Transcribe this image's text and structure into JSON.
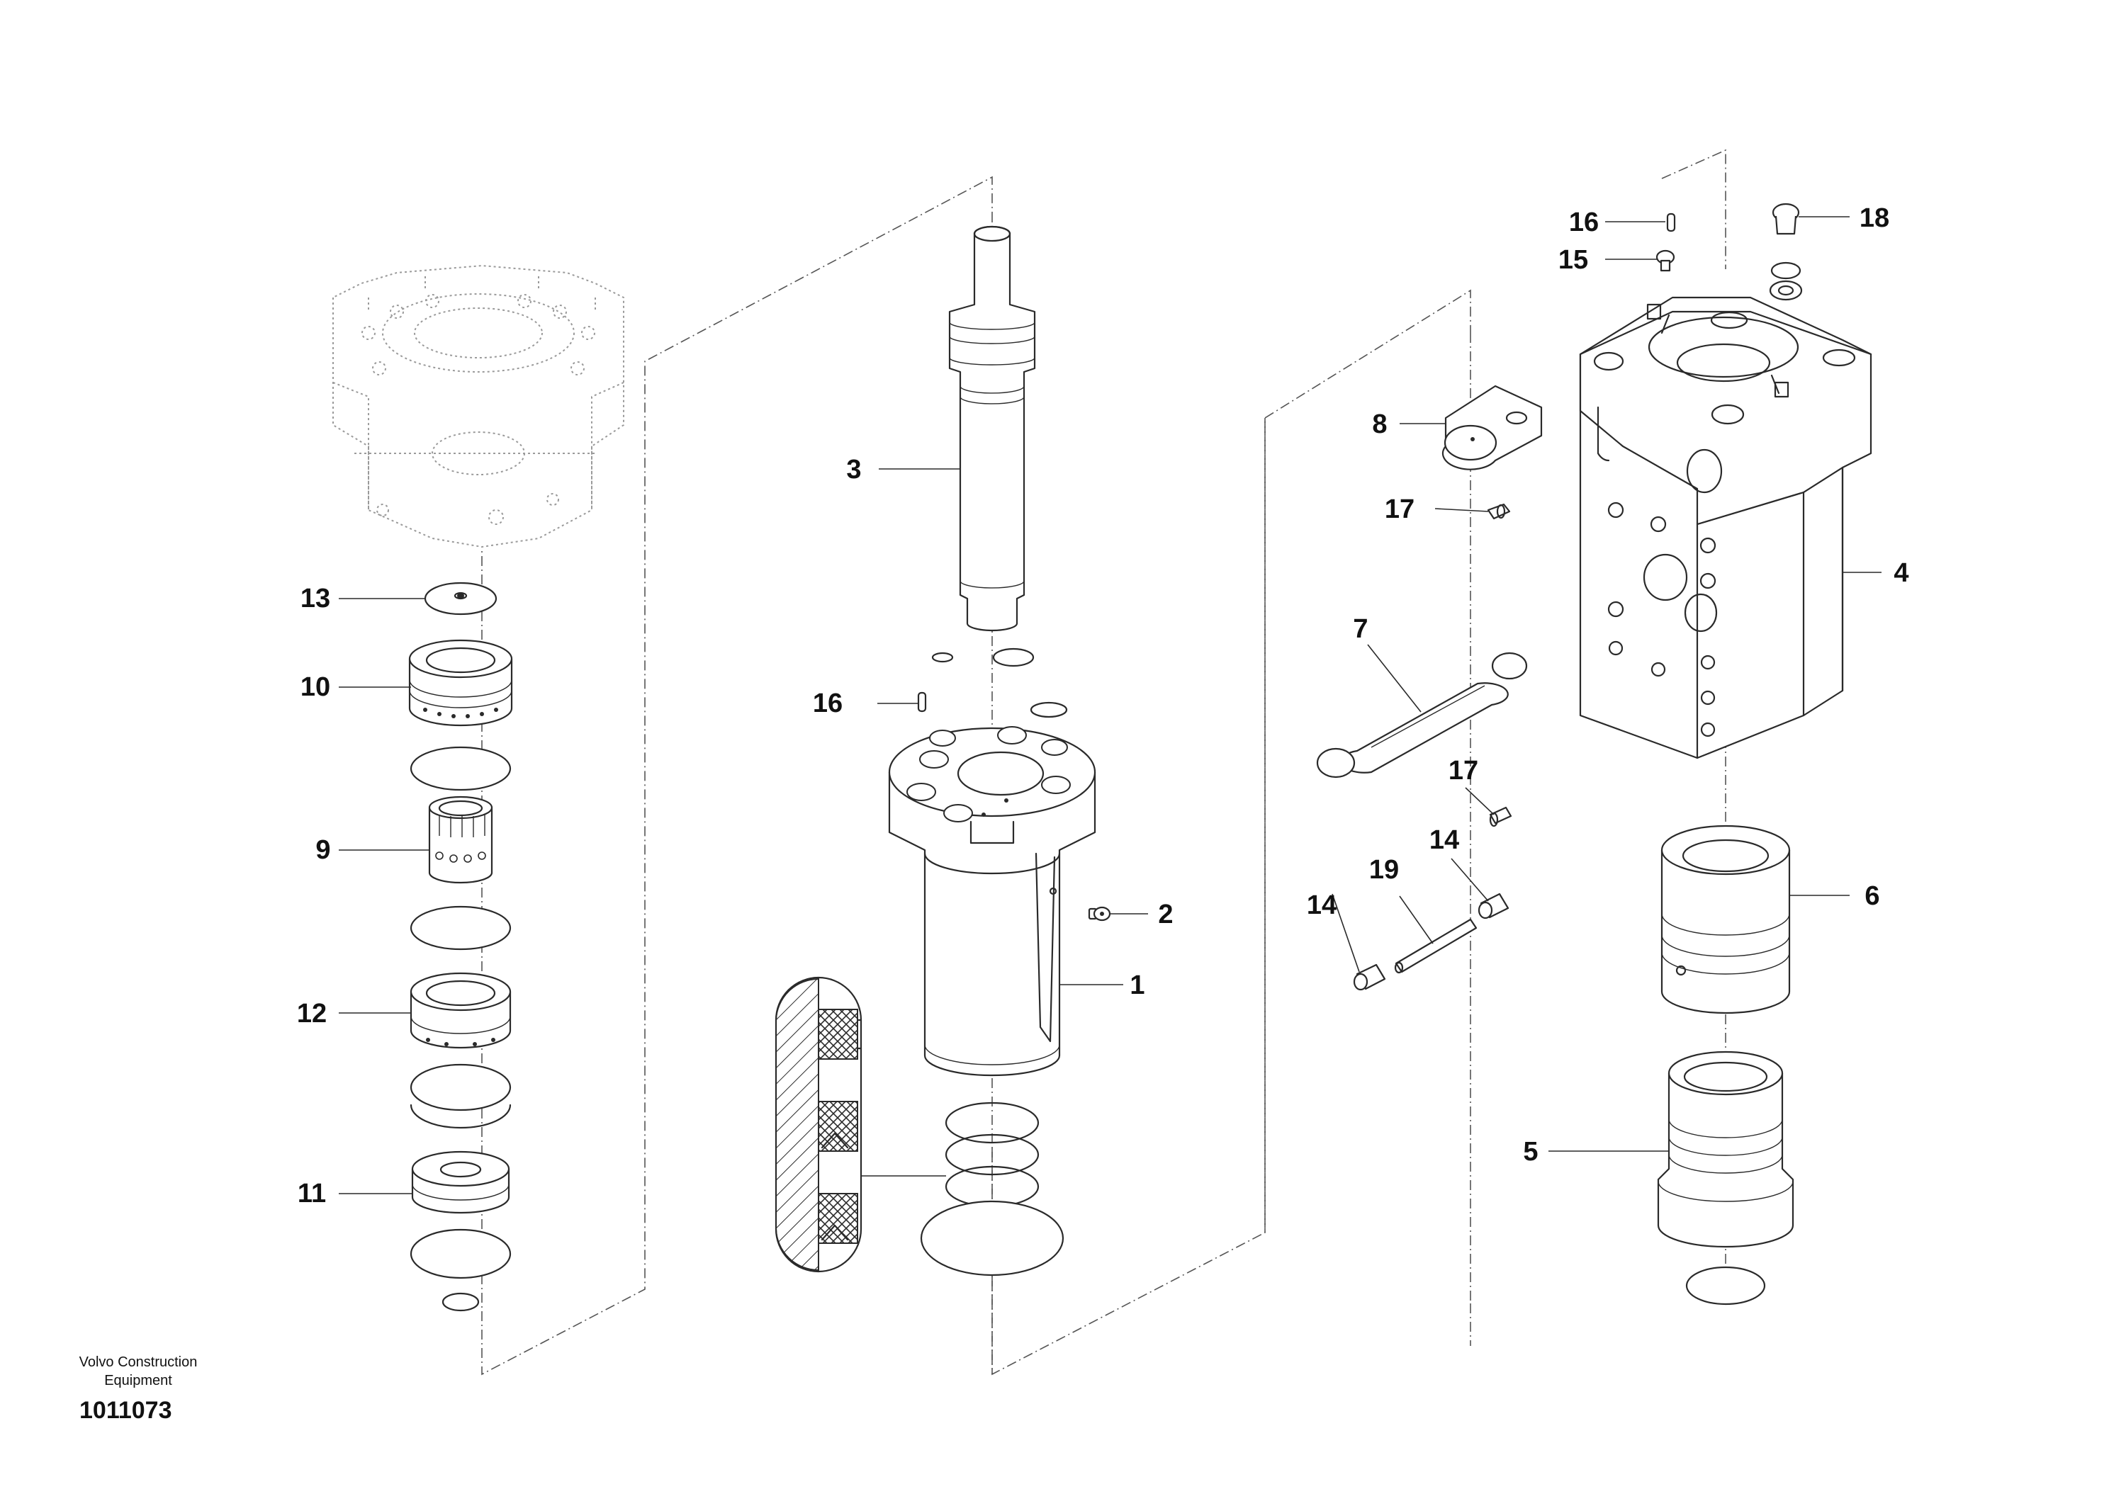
{
  "callouts": {
    "c1": "1",
    "c2": "2",
    "c3": "3",
    "c4": "4",
    "c5": "5",
    "c6": "6",
    "c7": "7",
    "c8": "8",
    "c9": "9",
    "c10": "10",
    "c11": "11",
    "c12": "12",
    "c13": "13",
    "c14a": "14",
    "c14b": "14",
    "c15": "15",
    "c16a": "16",
    "c16b": "16",
    "c17a": "17",
    "c17b": "17",
    "c18": "18",
    "c19": "19"
  },
  "footer": {
    "company_line1": "Volvo Construction",
    "company_line2": "Equipment",
    "drawing_number": "1011073"
  }
}
